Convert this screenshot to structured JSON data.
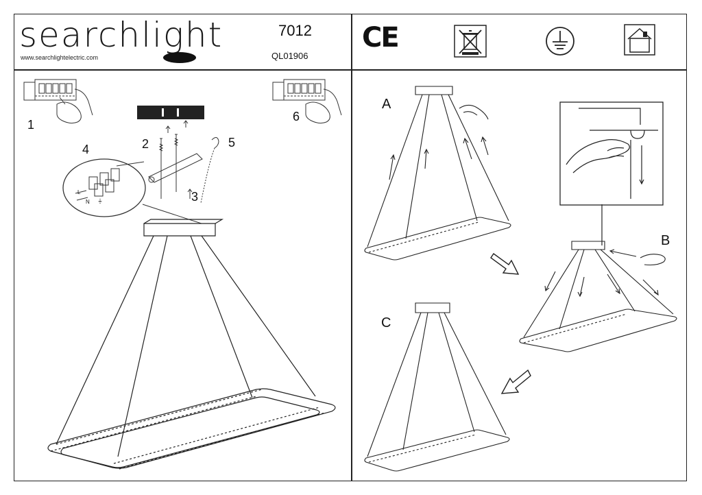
{
  "header": {
    "brand": "searchlight",
    "website": "www.searchlightelectric.com",
    "model_number": "7012",
    "product_code": "QL01906"
  },
  "symbols": {
    "ce_mark": "CE",
    "icons": [
      "weee-bin-icon",
      "earth-ground-icon",
      "indoor-use-icon"
    ]
  },
  "install_steps": {
    "step_1": "1",
    "step_2": "2",
    "step_3": "3",
    "step_4": "4",
    "step_5": "5",
    "step_6": "6"
  },
  "wiring_labels": {
    "terminal_left": "L",
    "terminal_mid": "N",
    "terminal_right": "⏚"
  },
  "adjust_steps": {
    "a": "A",
    "b": "B",
    "c": "C"
  },
  "colors": {
    "line": "#222222",
    "background": "#ffffff"
  }
}
